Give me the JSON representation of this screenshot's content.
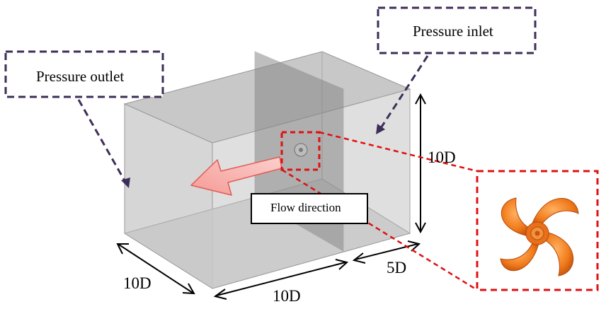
{
  "labels": {
    "pressure_inlet": "Pressure inlet",
    "pressure_outlet": "Pressure outlet",
    "flow_direction": "Flow direction",
    "height": "10D",
    "depth": "10D",
    "length_downstream": "10D",
    "length_upstream": "5D"
  },
  "colors": {
    "box_stroke": "#9a9a9a",
    "box_face_light": "#d9d9d9",
    "box_face_mid": "#c4c4c4",
    "box_face_dark": "#9e9e9e",
    "callout_border": "#3d2e57",
    "zoom_border": "#e01010",
    "flow_arrow_fill": "#f9b3b0",
    "flow_arrow_stroke": "#e15b56",
    "impeller": "#f07a1a",
    "impeller_dark": "#c85410"
  },
  "icons": {
    "impeller": "turbine-impeller-icon",
    "flow": "flow-arrow-icon"
  }
}
